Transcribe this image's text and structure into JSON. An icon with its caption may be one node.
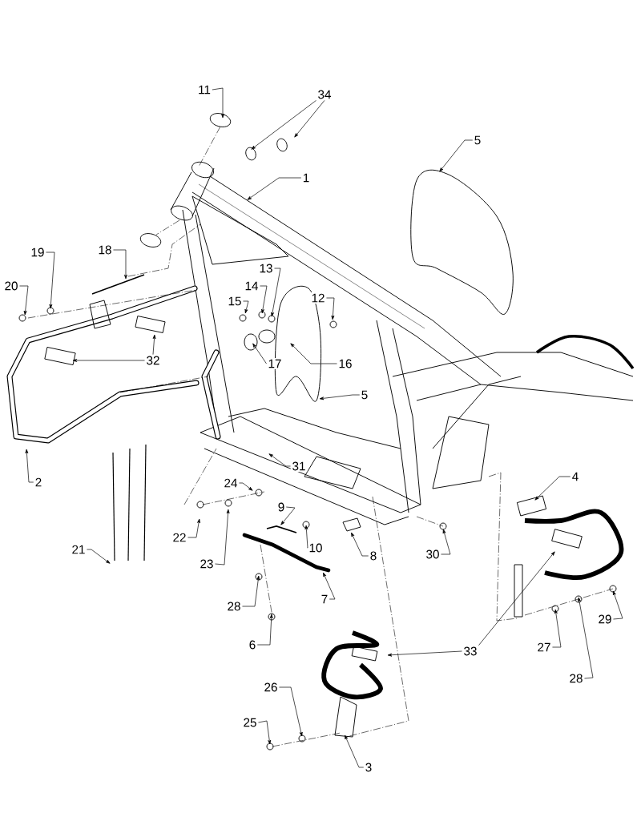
{
  "diagram": {
    "nodes": [
      {
        "text": [
          "11"
        ]
      },
      {
        "text": [
          "34"
        ]
      },
      {
        "text": [
          "1"
        ]
      },
      {
        "text": [
          "5"
        ]
      },
      {
        "text": [
          "18"
        ]
      },
      {
        "text": [
          "19"
        ]
      },
      {
        "text": [
          "20"
        ]
      },
      {
        "text": [
          "13"
        ]
      },
      {
        "text": [
          "14"
        ]
      },
      {
        "text": [
          "15"
        ]
      },
      {
        "text": [
          "12"
        ]
      },
      {
        "text": [
          "16"
        ]
      },
      {
        "text": [
          "17"
        ]
      },
      {
        "text": [
          "32"
        ]
      },
      {
        "text": [
          "5"
        ]
      },
      {
        "text": [
          "2"
        ]
      },
      {
        "text": [
          "31"
        ]
      },
      {
        "text": [
          "24"
        ]
      },
      {
        "text": [
          "9"
        ]
      },
      {
        "text": [
          "22"
        ]
      },
      {
        "text": [
          "23"
        ]
      },
      {
        "text": [
          "10"
        ]
      },
      {
        "text": [
          "8"
        ]
      },
      {
        "text": [
          "30"
        ]
      },
      {
        "text": [
          "21"
        ]
      },
      {
        "text": [
          "4"
        ]
      },
      {
        "text": [
          "7"
        ]
      },
      {
        "text": [
          "28"
        ]
      },
      {
        "text": [
          "6"
        ]
      },
      {
        "text": [
          "33"
        ]
      },
      {
        "text": [
          "27"
        ]
      },
      {
        "text": [
          "28"
        ]
      },
      {
        "text": [
          "29"
        ]
      },
      {
        "text": [
          "26"
        ]
      },
      {
        "text": [
          "25"
        ]
      },
      {
        "text": [
          "3"
        ]
      }
    ],
    "edges": [
      {
        "from": 0,
        "to": null,
        "arrow": "to"
      },
      {
        "from": 1,
        "to": null,
        "arrow": "to"
      },
      {
        "from": 1,
        "to": null,
        "arrow": "to"
      },
      {
        "from": 2,
        "to": null,
        "arrow": "to"
      },
      {
        "from": 3,
        "to": null,
        "arrow": "to"
      },
      {
        "from": 4,
        "to": null,
        "arrow": "to"
      },
      {
        "from": 5,
        "to": null,
        "arrow": "to"
      },
      {
        "from": 6,
        "to": null,
        "arrow": "to"
      },
      {
        "from": 7,
        "to": null,
        "arrow": "to"
      },
      {
        "from": 8,
        "to": null,
        "arrow": "to"
      },
      {
        "from": 9,
        "to": null,
        "arrow": "to"
      },
      {
        "from": 10,
        "to": null,
        "arrow": "to"
      },
      {
        "from": 11,
        "to": null,
        "arrow": "to"
      },
      {
        "from": 12,
        "to": null,
        "arrow": "to"
      },
      {
        "from": 13,
        "to": null,
        "arrow": "to"
      },
      {
        "from": 13,
        "to": null,
        "arrow": "to"
      },
      {
        "from": 14,
        "to": null,
        "arrow": "to"
      },
      {
        "from": 15,
        "to": null,
        "arrow": "to"
      },
      {
        "from": 16,
        "to": null,
        "arrow": "to"
      },
      {
        "from": 17,
        "to": null,
        "arrow": "to"
      },
      {
        "from": 18,
        "to": null,
        "arrow": "to"
      },
      {
        "from": 19,
        "to": null,
        "arrow": "to"
      },
      {
        "from": 20,
        "to": null,
        "arrow": "to"
      },
      {
        "from": 21,
        "to": null,
        "arrow": "to"
      },
      {
        "from": 22,
        "to": null,
        "arrow": "to"
      },
      {
        "from": 23,
        "to": null,
        "arrow": "to"
      },
      {
        "from": 24,
        "to": null,
        "arrow": "to"
      },
      {
        "from": 25,
        "to": null,
        "arrow": "to"
      },
      {
        "from": 26,
        "to": null,
        "arrow": "to"
      },
      {
        "from": 27,
        "to": null,
        "arrow": "to"
      },
      {
        "from": 28,
        "to": null,
        "arrow": "to"
      },
      {
        "from": 29,
        "to": null,
        "arrow": "to"
      },
      {
        "from": 29,
        "to": null,
        "arrow": "to"
      },
      {
        "from": 30,
        "to": null,
        "arrow": "to"
      },
      {
        "from": 31,
        "to": null,
        "arrow": "to"
      },
      {
        "from": 32,
        "to": null,
        "arrow": "to"
      },
      {
        "from": 33,
        "to": null,
        "arrow": "to"
      },
      {
        "from": 34,
        "to": null,
        "arrow": "to"
      },
      {
        "from": 35,
        "to": null,
        "arrow": "to"
      }
    ]
  }
}
